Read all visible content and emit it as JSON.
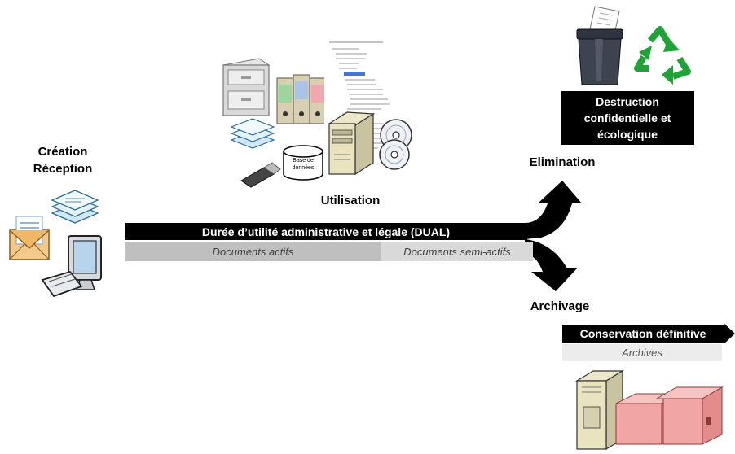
{
  "creation": {
    "line1": "Création",
    "line2": "Réception"
  },
  "utilisation": {
    "label": "Utilisation",
    "db_line1": "Base de",
    "db_line2": "données"
  },
  "dual_bar": {
    "label": "Durée d’utilité administrative et légale (DUAL)"
  },
  "phases": {
    "actifs": "Documents actifs",
    "semi_actifs": "Documents semi-actifs"
  },
  "elimination": {
    "label": "Elimination",
    "box_line1": "Destruction",
    "box_line2": "confidentielle et",
    "box_line3": "écologique"
  },
  "archivage": {
    "label": "Archivage",
    "bar_label": "Conservation définitive",
    "sub_label": "Archives"
  },
  "colors": {
    "bar": "#000000",
    "actifs_band": "#bfbfbf",
    "semi_band": "#d9d9d9",
    "recycle": "#1fa336",
    "boxes": "#f2a5a5"
  }
}
